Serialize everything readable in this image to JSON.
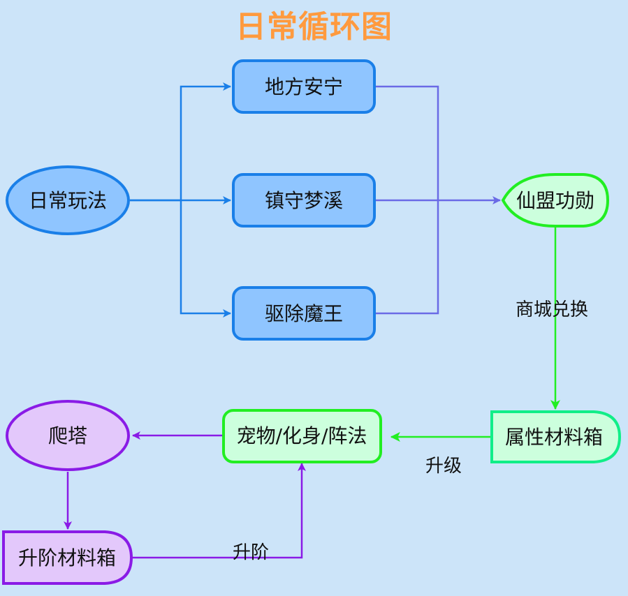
{
  "title": "日常循环图",
  "colors": {
    "background": "#cce4f9",
    "title": "#ff9a3e",
    "blue_stroke": "#1a7fe8",
    "blue_fill": "#8fc5ff",
    "violet_edge": "#6a6ae6",
    "green_stroke": "#22ee22",
    "green_fill": "#ccffdd",
    "teal_stroke": "#11ee88",
    "purple_stroke": "#8a1be6",
    "purple_fill": "#e3c8fb"
  },
  "nodes": {
    "daily_play": "日常玩法",
    "local_peace": "地方安宁",
    "guard_dream_creek": "镇守梦溪",
    "expel_demon_king": "驱除魔王",
    "alliance_merit": "仙盟功勋",
    "attribute_box": "属性材料箱",
    "pet_avatar_formation": "宠物/化身/阵法",
    "tower_climb": "爬塔",
    "ascension_box": "升阶材料箱"
  },
  "edge_labels": {
    "shop_exchange": "商城兑换",
    "upgrade": "升级",
    "ascend": "升阶"
  }
}
